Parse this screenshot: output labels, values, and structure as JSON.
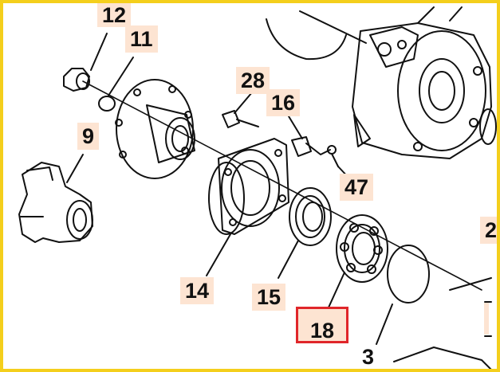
{
  "callouts": [
    {
      "id": "12",
      "text": "12"
    },
    {
      "id": "11",
      "text": "11"
    },
    {
      "id": "9",
      "text": "9"
    },
    {
      "id": "28",
      "text": "28"
    },
    {
      "id": "16",
      "text": "16"
    },
    {
      "id": "47",
      "text": "47"
    },
    {
      "id": "14",
      "text": "14"
    },
    {
      "id": "15",
      "text": "15"
    },
    {
      "id": "18",
      "text": "18"
    },
    {
      "id": "3",
      "text": "3"
    },
    {
      "id": "2",
      "text": "2"
    }
  ],
  "selected_callout": "18",
  "colors": {
    "border": "#f4cf1c",
    "label_background": "#fde4d2",
    "selection": "#e0262a",
    "line_art": "#111111"
  }
}
